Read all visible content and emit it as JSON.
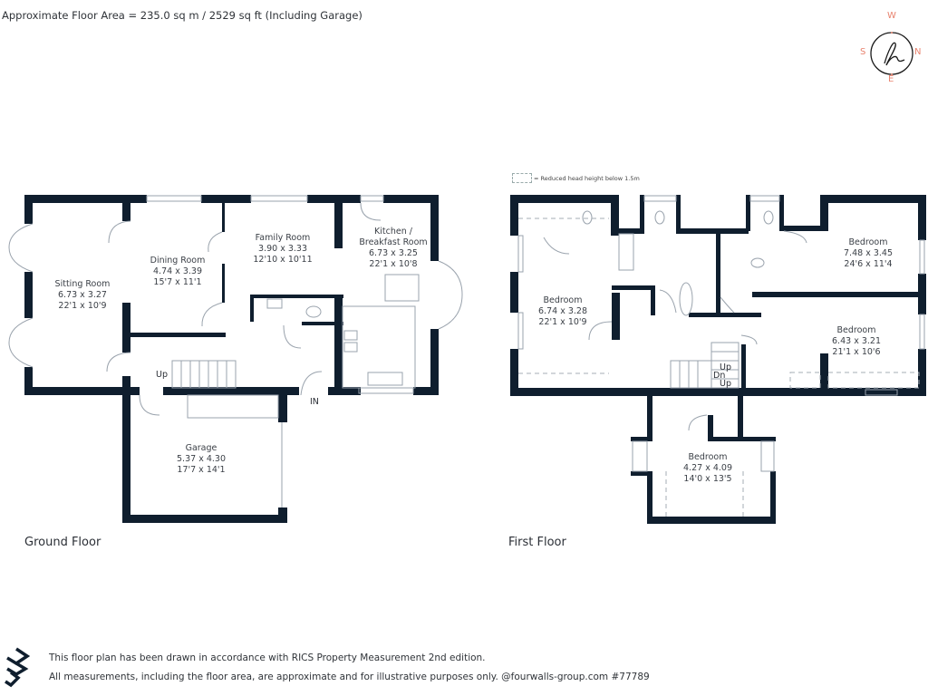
{
  "header": {
    "area_text": "Approximate Floor Area = 235.0 sq m / 2529 sq ft (Including Garage)"
  },
  "compass": {
    "north": "N",
    "south": "S",
    "east": "E",
    "west": "W",
    "logo_glyph": "h",
    "accent_color": "#e8836f"
  },
  "legend": {
    "text": "= Reduced head height below 1.5m"
  },
  "ground_floor": {
    "label": "Ground Floor",
    "rooms": [
      {
        "name": "Sitting Room",
        "metric": "6.73 x 3.27",
        "imperial": "22'1 x 10'9"
      },
      {
        "name": "Dining Room",
        "metric": "4.74 x 3.39",
        "imperial": "15'7 x 11'1"
      },
      {
        "name": "Family Room",
        "metric": "3.90 x 3.33",
        "imperial": "12'10 x 10'11"
      },
      {
        "name": "Kitchen /",
        "name2": "Breakfast Room",
        "metric": "6.73 x 3.25",
        "imperial": "22'1 x 10'8"
      },
      {
        "name": "Garage",
        "metric": "5.37 x 4.30",
        "imperial": "17'7 x 14'1"
      }
    ],
    "stairs_label": "Up",
    "entrance_label": "IN"
  },
  "first_floor": {
    "label": "First Floor",
    "rooms": [
      {
        "name": "Bedroom",
        "metric": "6.74 x 3.28",
        "imperial": "22'1 x 10'9"
      },
      {
        "name": "Bedroom",
        "metric": "7.48 x 3.45",
        "imperial": "24'6 x 11'4"
      },
      {
        "name": "Bedroom",
        "metric": "6.43 x 3.21",
        "imperial": "21'1 x 10'6"
      },
      {
        "name": "Bedroom",
        "metric": "4.27 x 4.09",
        "imperial": "14'0 x 13'5"
      }
    ],
    "stairs_labels": [
      "Up",
      "Dn",
      "Up"
    ]
  },
  "footer": {
    "line1": "This floor plan has been drawn in accordance with RICS Property Measurement 2nd edition.",
    "line2": "All measurements, including the floor area, are approximate and for illustrative purposes only. @fourwalls-group.com #77789"
  },
  "colors": {
    "wall": "#0f1e2e",
    "fixture": "#9aa3ad",
    "text": "#2b2f36"
  }
}
